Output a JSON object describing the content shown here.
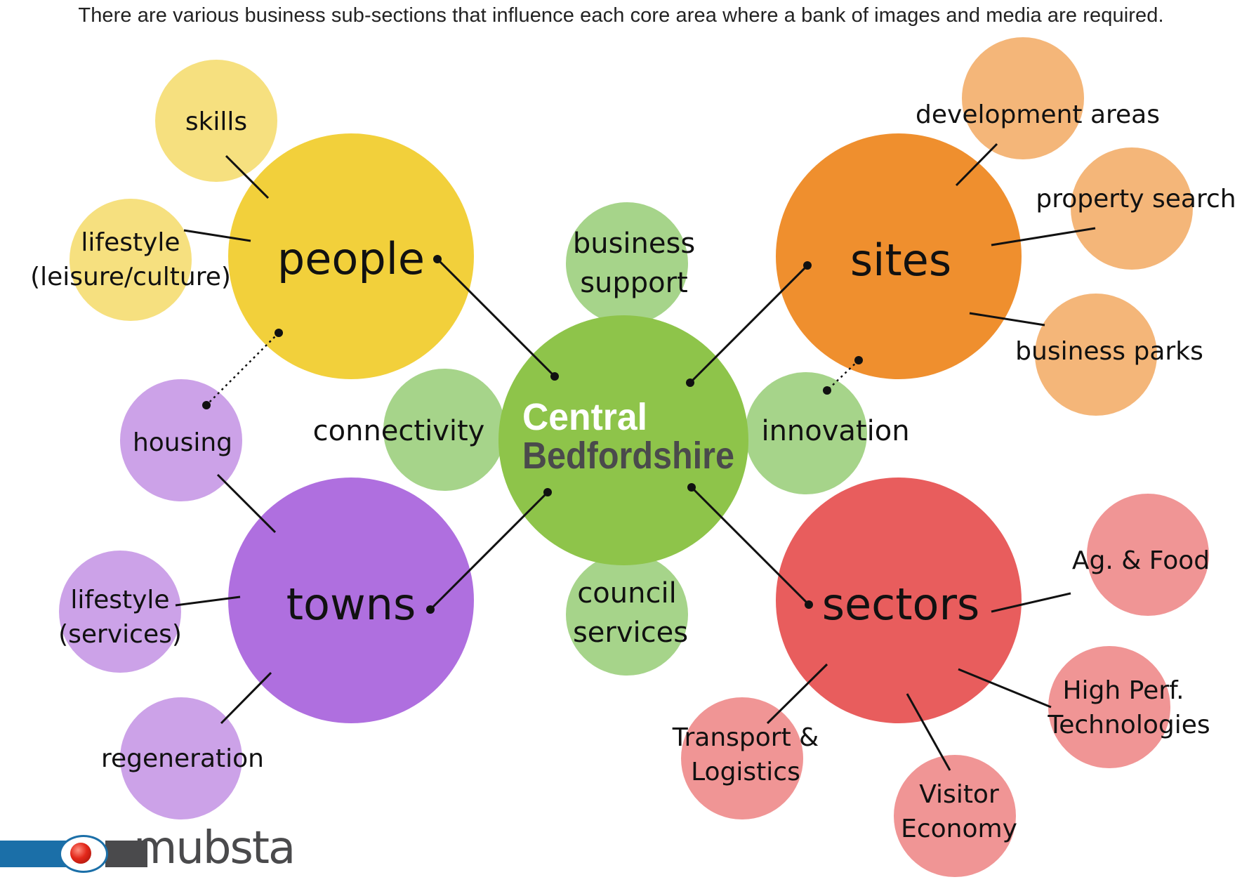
{
  "caption": "There are various business sub-sections that influence each core area where a bank of images and media are required.",
  "center": {
    "line1": "Central",
    "line2": "Bedfordshire"
  },
  "core_areas": {
    "people": "people",
    "sites": "sites",
    "towns": "towns",
    "sectors": "sectors"
  },
  "center_satellites": {
    "business_support": [
      "business",
      "support"
    ],
    "connectivity": [
      "connectivity"
    ],
    "innovation": [
      "innovation"
    ],
    "council_services": [
      "council",
      "services"
    ]
  },
  "people_subs": {
    "skills": [
      "skills"
    ],
    "lifestyle_leisure": [
      "lifestyle",
      "(leisure/culture)"
    ]
  },
  "sites_subs": {
    "development_areas": [
      "development areas"
    ],
    "property_search": [
      "property search"
    ],
    "business_parks": [
      "business parks"
    ]
  },
  "towns_subs": {
    "housing": [
      "housing"
    ],
    "lifestyle_services": [
      "lifestyle",
      "(services)"
    ],
    "regeneration": [
      "regeneration"
    ]
  },
  "sectors_subs": {
    "ag_food": [
      "Ag. & Food"
    ],
    "high_perf": [
      "High Perf.",
      "Technologies"
    ],
    "visitor_economy": [
      "Visitor",
      "Economy"
    ],
    "transport_logistics": [
      "Transport &",
      "Logistics"
    ]
  },
  "logo": {
    "wordmark": "mubsta"
  },
  "colors": {
    "people": "#f2d03b",
    "people_light": "#f6e07f",
    "sites": "#ef8f2e",
    "sites_light": "#f4b679",
    "towns": "#af6fdf",
    "towns_light": "#cca2e8",
    "sectors": "#e85d5d",
    "sectors_light": "#f09595",
    "center": "#8ec44a",
    "center_light": "#a6d48a",
    "logo_blue": "#1b6fa8",
    "logo_grey": "#4a4a4c"
  }
}
